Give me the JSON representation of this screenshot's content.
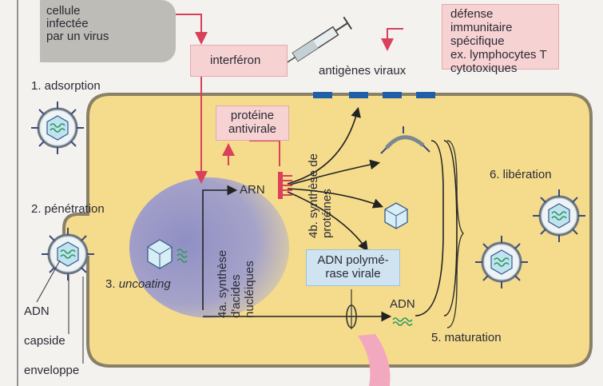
{
  "labels": {
    "infected_cell": [
      "cellule",
      "infectée",
      "par un virus"
    ],
    "interferon": "interféron",
    "antiviral_protein": [
      "protéine",
      "antivirale"
    ],
    "viral_antigens": "antigènes viraux",
    "specific_defense": [
      "défense immunitaire",
      "spécifique",
      "ex. lymphocytes T",
      "cytotoxiques"
    ],
    "step1": "1. adsorption",
    "step2": "2. pénétration",
    "step3_num": "3.",
    "step3_word": "uncoating",
    "step4a": [
      "4a. synthèse",
      "d'acides",
      "nucléiques"
    ],
    "step4b": [
      "4b. synthèse de",
      "protéines"
    ],
    "step5": "5. maturation",
    "step6": "6. libération",
    "arn": "ARN",
    "adn": "ADN",
    "polymerase": [
      "ADN polymé-",
      "rase virale"
    ],
    "legend_adn": "ADN",
    "legend_capside": "capside",
    "legend_enveloppe": "enveloppe"
  },
  "colors": {
    "cytoplasm": "#f5dc8c",
    "nucleus": "#9b99c6",
    "pink_box": "#f7d2d3",
    "blue_box": "#cfe3f0",
    "arrow_red": "#d9405a",
    "antigen_blue": "#1f5fa8",
    "virus_green": "#2e9a5a"
  },
  "icons": [
    "syringe-icon",
    "virus-icon",
    "capsid-icon",
    "mrna-ribosome-icon"
  ]
}
